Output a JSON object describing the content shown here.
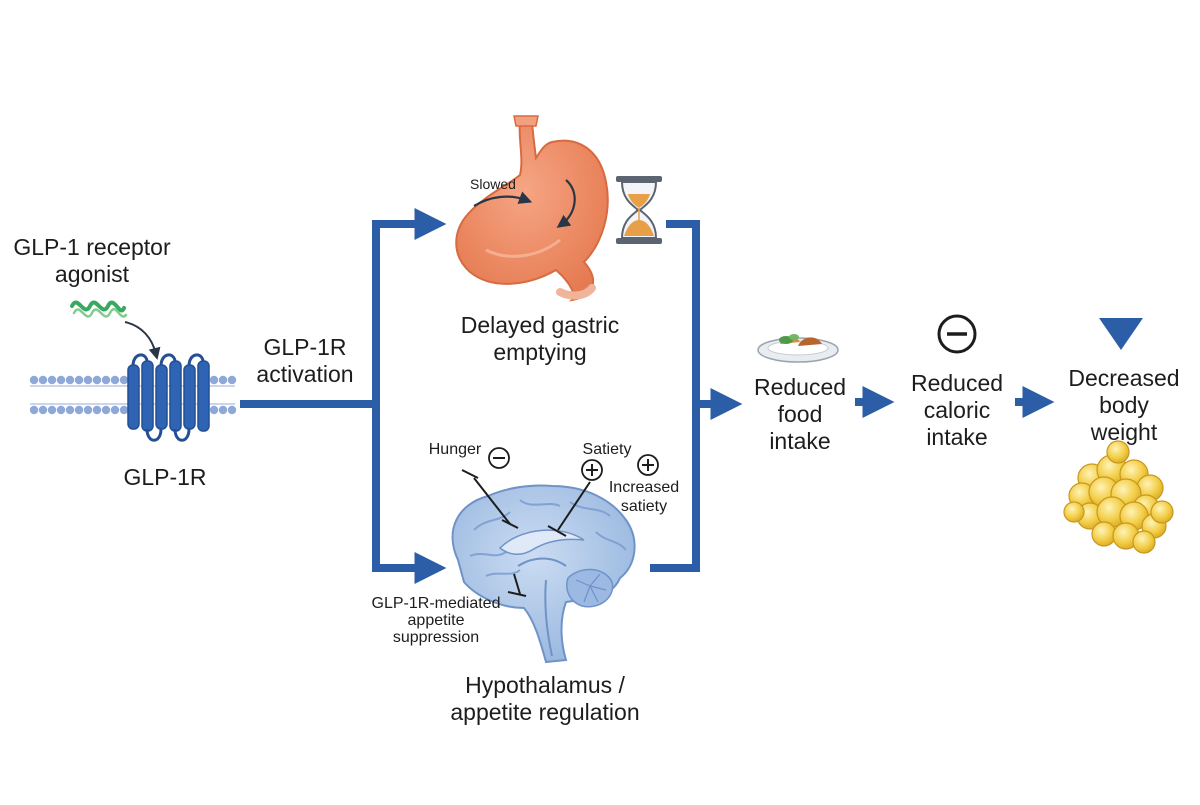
{
  "labels": {
    "agonist_line1": "GLP-1 receptor",
    "agonist_line2": "agonist",
    "receptor": "GLP-1R",
    "activation_line1": "GLP-1R",
    "activation_line2": "activation",
    "slowed": "Slowed",
    "gastric_line1": "Delayed gastric",
    "gastric_line2": "emptying",
    "hunger": "Hunger",
    "satiety": "Satiety",
    "increased_satiety_line1": "Increased",
    "increased_satiety_line2": "satiety",
    "mediated_line1": "GLP-1R-mediated",
    "mediated_line2": "appetite",
    "mediated_line3": "suppression",
    "hypothalamus_line1": "Hypothalamus /",
    "hypothalamus_line2": "appetite regulation",
    "food_line1": "Reduced",
    "food_line2": "food",
    "food_line3": "intake",
    "caloric_line1": "Reduced",
    "caloric_line2": "caloric",
    "caloric_line3": "intake",
    "weight_line1": "Decreased",
    "weight_line2": "body",
    "weight_line3": "weight"
  },
  "colors": {
    "arrow": "#2c5ea8",
    "receptor": "#2f63b4",
    "membrane": "#8ea9d8",
    "stomach": "#ee8a62",
    "brain": "#a9c3e6",
    "fat": "#f1c93e",
    "peptide": "#3aa860"
  },
  "icons": [
    "peptide-icon",
    "receptor-icon",
    "stomach-icon",
    "hourglass-icon",
    "brain-icon",
    "food-plate-icon",
    "minus-circle-icon",
    "plus-circle-icon",
    "fat-cells-icon"
  ]
}
